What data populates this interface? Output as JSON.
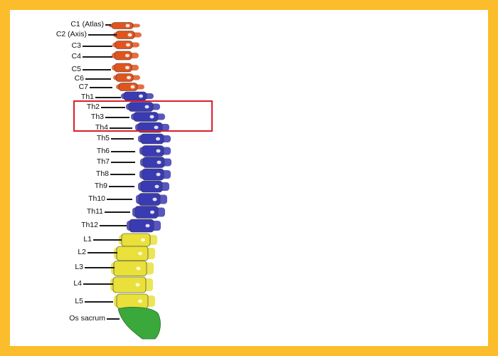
{
  "figure": {
    "frame_color": "#fbbd2c",
    "highlight_color": "#d9202a",
    "region_colors": {
      "cervical": "#e1541e",
      "thoracic": "#3a3ab3",
      "lumbar": "#e9e03a",
      "sacrum": "#3aa83a"
    }
  },
  "labels": {
    "c1": "C1 (Atlas)",
    "c2": "C2 (Axis)",
    "c3": "C3",
    "c4": "C4",
    "c5": "C5",
    "c6": "C6",
    "c7": "C7",
    "th1": "Th1",
    "th2": "Th2",
    "th3": "Th3",
    "th4": "Th4",
    "th5": "Th5",
    "th6": "Th6",
    "th7": "Th7",
    "th8": "Th8",
    "th9": "Th9",
    "th10": "Th10",
    "th11": "Th11",
    "th12": "Th12",
    "l1": "L1",
    "l2": "L2",
    "l3": "L3",
    "l4": "L4",
    "l5": "L5",
    "sacrum": "Os sacrum"
  }
}
